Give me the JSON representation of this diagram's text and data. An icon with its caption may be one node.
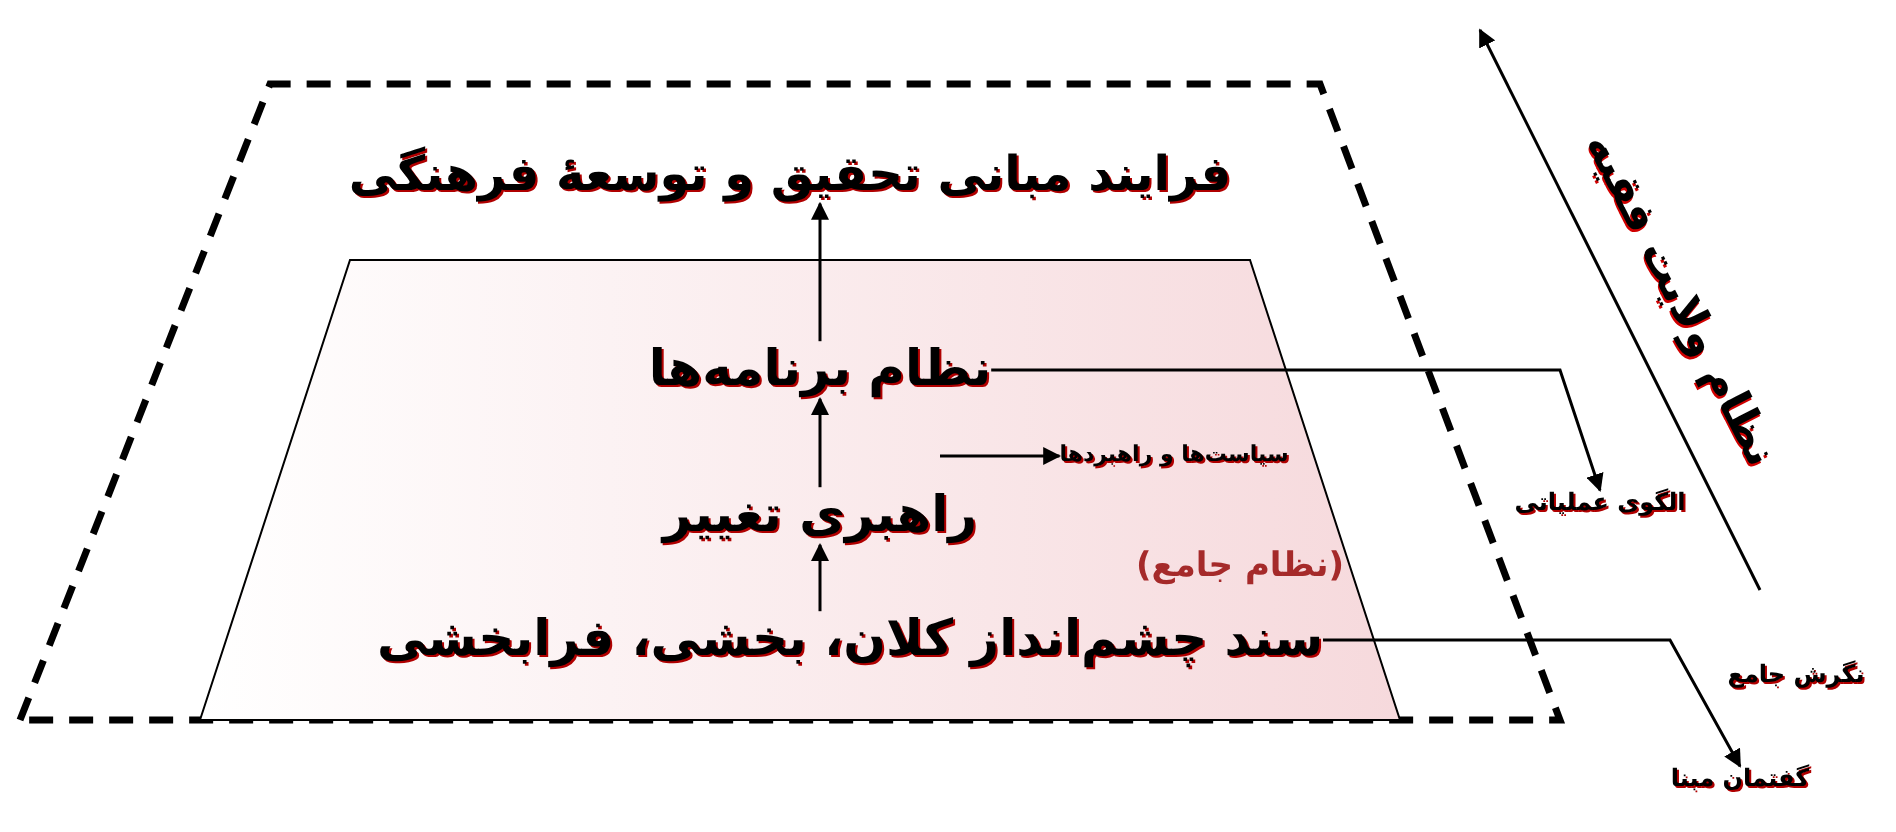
{
  "diagram": {
    "nodes": [
      {
        "text": [],
        "shape": "trapezoid"
      },
      {
        "text": [
          "فرایند مبانی تحقیق و توسعهٔ فرهنگی"
        ],
        "in": 0
      },
      {
        "text": [],
        "shape": "trapezoid",
        "in": 0
      },
      {
        "text": [
          "نظام برنامه‌ها"
        ],
        "in": 2
      },
      {
        "text": [
          "راهبری تغییر"
        ],
        "in": 2
      },
      {
        "text": [
          "سند چشم‌انداز کلان، بخشی، فرابخشی"
        ],
        "in": 2
      },
      {
        "text": [
          "سیاست‌ها و راهبردها"
        ],
        "in": 2
      },
      {
        "text": [
          "الگوی عملیاتی"
        ]
      },
      {
        "text": [
          "گفتمان مبنا"
        ]
      }
    ],
    "edges": [
      {
        "from": 5,
        "to": 4,
        "arrow": "to"
      },
      {
        "from": 4,
        "to": 3,
        "arrow": "to"
      },
      {
        "from": 3,
        "to": 1,
        "arrow": "to"
      },
      {
        "from": 4,
        "to": 6,
        "arrow": "to"
      },
      {
        "from": 3,
        "to": 7,
        "arrow": "to"
      },
      {
        "from": 5,
        "to": 8,
        "arrow": "to",
        "label": "نگرش جامع"
      }
    ],
    "labels": [
      "(نظام جامع)",
      "نظام ولایت فقیه"
    ]
  }
}
